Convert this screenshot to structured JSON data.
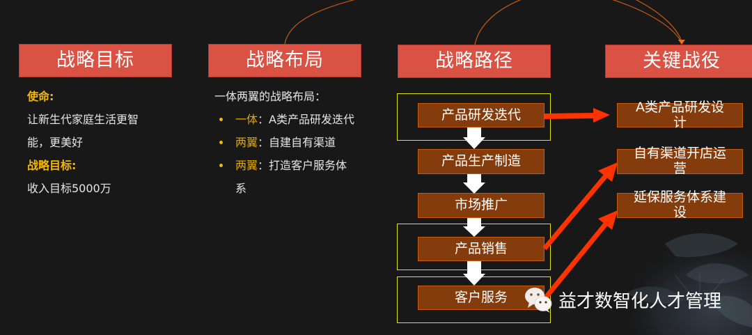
{
  "colors": {
    "background": "#181818",
    "header_fill": "#d95244",
    "step_fill": "#843c0c",
    "step_border": "#c55a11",
    "frame_yellow": "#e6e600",
    "accent_gold": "#f5b800",
    "arrow_red": "#ff3300",
    "connector_orange": "#c55a11"
  },
  "columns": [
    {
      "header": "战略目标"
    },
    {
      "header": "战略布局"
    },
    {
      "header": "战略路径"
    },
    {
      "header": "关键战役"
    }
  ],
  "goals": {
    "mission_label": "使命:",
    "mission_line1": "让新生代家庭生活更智",
    "mission_line2": "能，更美好",
    "target_label": "战略目标:",
    "target_value": "收入目标5000万"
  },
  "layout": {
    "intro": "一体两翼的战略布局：",
    "bullets": [
      {
        "keyword": "一体",
        "colon": "：",
        "text": "A类产品研发迭代",
        "cont": ""
      },
      {
        "keyword": "两翼",
        "colon": "：",
        "text": "自建自有渠道",
        "cont": ""
      },
      {
        "keyword": "两翼",
        "colon": "：",
        "text": "打造客户服务体",
        "cont": "系"
      }
    ]
  },
  "path": {
    "steps": [
      {
        "label": "产品研发迭代"
      },
      {
        "label": "产品生产制造"
      },
      {
        "label": "市场推广"
      },
      {
        "label": "产品销售"
      },
      {
        "label": "客户服务"
      }
    ]
  },
  "battles": {
    "items": [
      {
        "line1": "A类产品研发设",
        "line2": "计"
      },
      {
        "line1": "自有渠道开店运",
        "line2": "营"
      },
      {
        "line1": "延保服务体系建",
        "line2": "设"
      }
    ]
  },
  "watermark": {
    "icon": "wechat-icon",
    "text": "益才数智化人才管理"
  }
}
